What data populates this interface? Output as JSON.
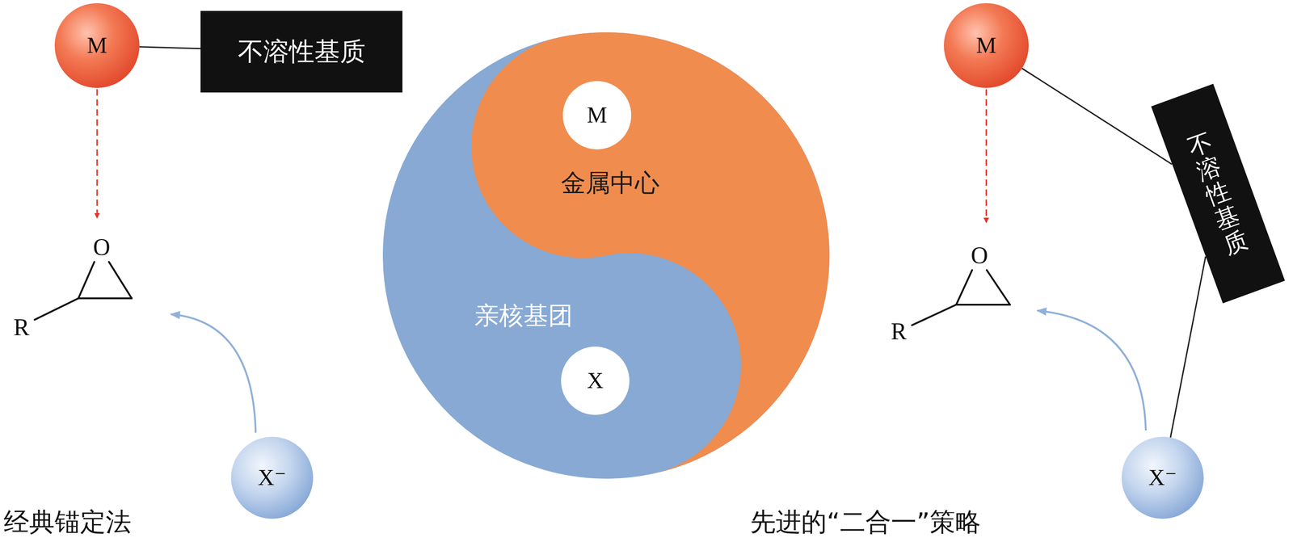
{
  "diagram": {
    "nodes": [
      {
        "text": [
          "M"
        ]
      },
      {
        "text": [
          "不溶性基质"
        ]
      },
      {
        "text": [
          "M"
        ]
      },
      {
        "text": [
          "M"
        ]
      },
      {
        "text": [
          "不溶性基质"
        ]
      },
      {
        "text": [
          "X"
        ]
      },
      {
        "text": [
          "X⁻"
        ]
      },
      {
        "text": [
          "X⁻"
        ]
      }
    ],
    "edges": [
      {
        "from": 0,
        "to": 1,
        "arrow": "none"
      },
      {
        "from": 3,
        "to": 4,
        "arrow": "none"
      },
      {
        "from": 4,
        "to": 7,
        "arrow": "none"
      }
    ],
    "labels": [
      "O",
      "R",
      "经典锚定法",
      "金属中心",
      "亲核基团",
      "O",
      "R",
      "先进的“二合一”策略"
    ]
  }
}
